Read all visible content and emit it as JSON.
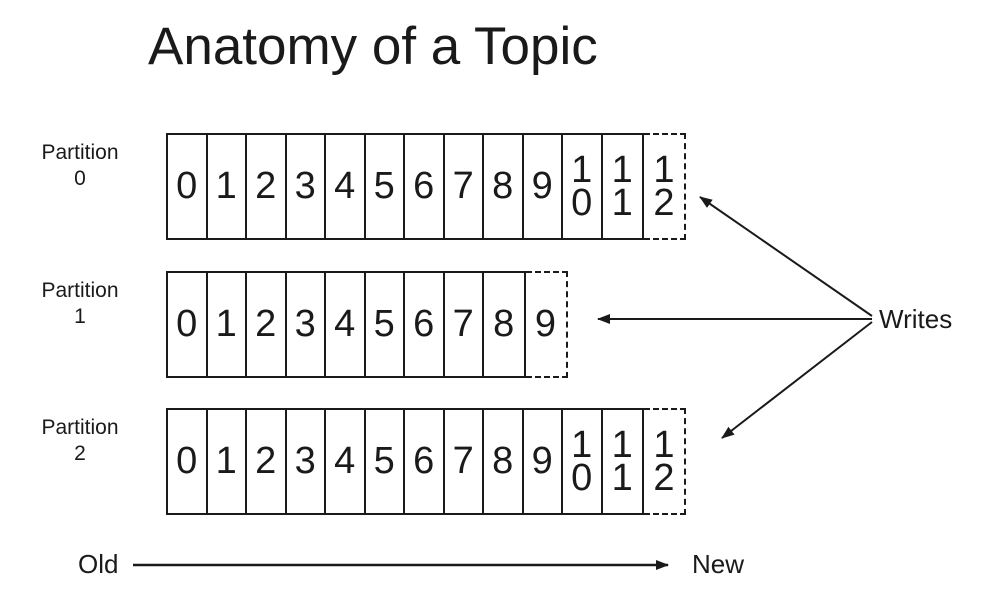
{
  "title": "Anatomy of a Topic",
  "writes_label": "Writes",
  "axis": {
    "old_label": "Old",
    "new_label": "New"
  },
  "partitions": [
    {
      "name": "Partition",
      "number": "0",
      "cells": [
        "0",
        "1",
        "2",
        "3",
        "4",
        "5",
        "6",
        "7",
        "8",
        "9",
        "10",
        "11"
      ],
      "next_offset": "12"
    },
    {
      "name": "Partition",
      "number": "1",
      "cells": [
        "0",
        "1",
        "2",
        "3",
        "4",
        "5",
        "6",
        "7",
        "8"
      ],
      "next_offset": "9"
    },
    {
      "name": "Partition",
      "number": "2",
      "cells": [
        "0",
        "1",
        "2",
        "3",
        "4",
        "5",
        "6",
        "7",
        "8",
        "9",
        "10",
        "11"
      ],
      "next_offset": "12"
    }
  ],
  "colors": {
    "ink": "#1a1a1a",
    "background": "#ffffff"
  }
}
